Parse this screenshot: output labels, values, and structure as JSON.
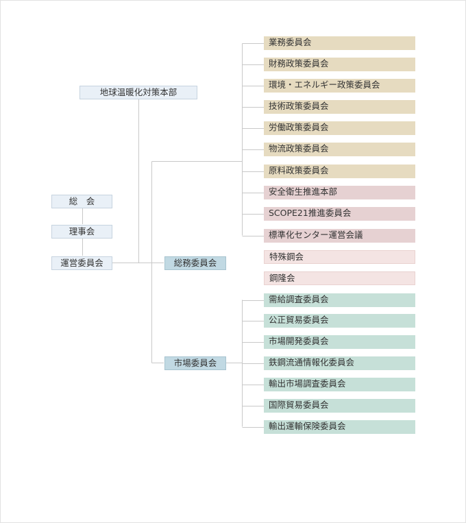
{
  "root": {
    "warming": "地球温暖化対策本部",
    "general": "総　会",
    "board": "理事会",
    "steering": "運営委員会"
  },
  "middle": {
    "general_affairs": "総務委員会",
    "market": "市場委員会"
  },
  "business_committees": [
    "業務委員会",
    "財務政策委員会",
    "環境・エネルギー政策委員会",
    "技術政策委員会",
    "労働政策委員会",
    "物流政策委員会",
    "原料政策委員会"
  ],
  "special_units": [
    "安全衛生推進本部",
    "SCOPE21推進委員会",
    "標準化センター運営会議"
  ],
  "associations": [
    "特殊鋼会",
    "鋼隆会"
  ],
  "market_committees": [
    "需給調査委員会",
    "公正貿易委員会",
    "市場開発委員会",
    "鉄鋼流通情報化委員会",
    "輸出市場調査委員会",
    "国際貿易委員会",
    "輸出運輸保険委員会"
  ],
  "colors": {
    "line": "#c8c8c8",
    "business": "#e6dbc0",
    "safety": "#e6d1d2",
    "association": "#f4e4e3",
    "market": "#c6e0d8",
    "left_box": "#e9f0f7",
    "middle_box": "#c1d9e3"
  }
}
